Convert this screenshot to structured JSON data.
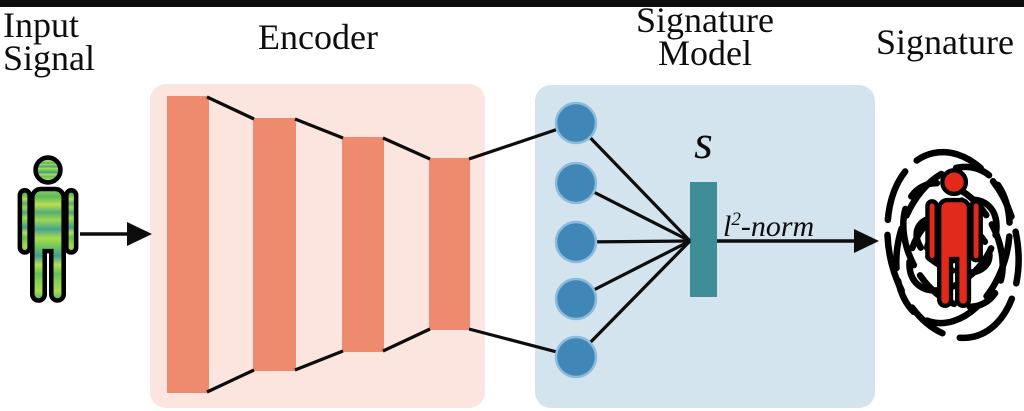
{
  "labels": {
    "input_line1": "Input",
    "input_line2": "Signal",
    "encoder": "Encoder",
    "signature_model_line1": "Signature",
    "signature_model_line2": "Model",
    "signature": "Signature",
    "embedding_symbol": "s",
    "norm_base": "l",
    "norm_sup": "2",
    "norm_rest": "-norm"
  },
  "colors": {
    "ink": "#0d0d0d",
    "salmon": "#ee8a6e",
    "encoder-bg": "#fbe5de",
    "model-bg": "#d3e4ee",
    "node-blue": "#4086b6",
    "node-stroke": "#8cbbdd",
    "teal": "#3f8d96",
    "person-red": "#e3291c",
    "signal-green-1": "#8fd14f",
    "signal-green-2": "#46a28c",
    "signal-green-3": "#b8e04e"
  },
  "icons": {
    "input_person": "person-pictogram-with-spectrogram-texture",
    "signature": "fingerprint-with-red-person"
  },
  "structure": {
    "encoder_layers": 4,
    "model_nodes": 5
  }
}
